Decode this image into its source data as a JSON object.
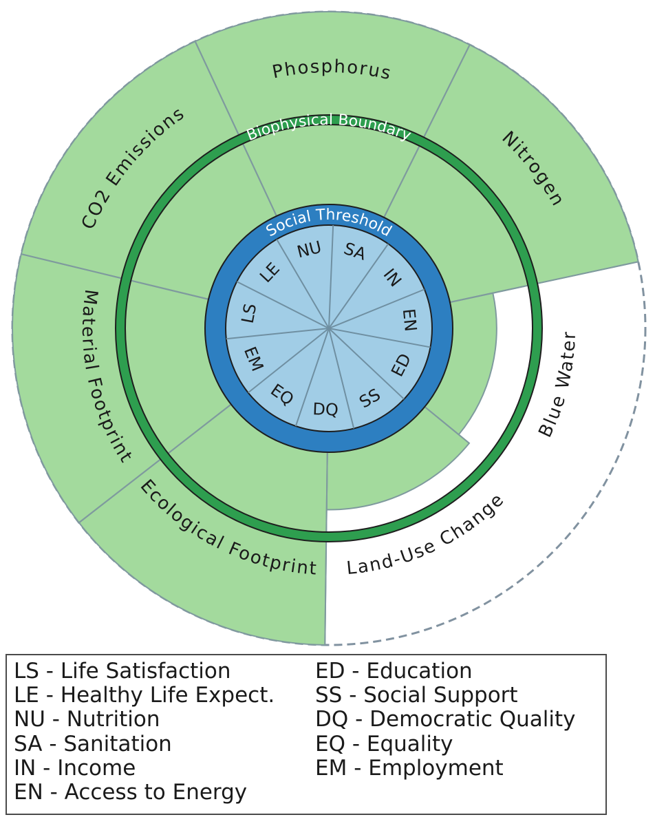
{
  "labels": {
    "biophysical_boundary": "Biophysical Boundary",
    "social_threshold": "Social Threshold"
  },
  "outer_sectors": [
    {
      "name": "Phosphorus",
      "level": 1.0,
      "exceeds": true
    },
    {
      "name": "Nitrogen",
      "level": 1.0,
      "exceeds": true
    },
    {
      "name": "Blue Water",
      "level": 0.55,
      "exceeds": false
    },
    {
      "name": "Land-Use Change",
      "level": 0.72,
      "exceeds": false
    },
    {
      "name": "Ecological Footprint",
      "level": 1.0,
      "exceeds": true
    },
    {
      "name": "Material Footprint",
      "level": 1.0,
      "exceeds": true
    },
    {
      "name": "CO2 Emissions",
      "level": 1.0,
      "exceeds": true
    }
  ],
  "inner_sectors": [
    "NU",
    "SA",
    "IN",
    "EN",
    "ED",
    "SS",
    "DQ",
    "EQ",
    "EM",
    "LS",
    "LE"
  ],
  "legend": {
    "left": [
      "LS - Life Satisfaction",
      "LE - Healthy Life Expect.",
      "NU - Nutrition",
      "SA - Sanitation",
      "IN - Income",
      "EN - Access to Energy"
    ],
    "right": [
      "ED - Education",
      "SS - Social Support",
      "DQ - Democratic Quality",
      "EQ - Equality",
      "EM - Employment"
    ]
  },
  "colors": {
    "sector_fill": "#a3da9d",
    "sector_stroke": "#7f9a9e",
    "boundary_ring": "#2e9e4f",
    "social_ring": "#2d7fc1",
    "inner_fill": "#a1cde6",
    "outline": "#1e1e1e",
    "dashed_circle": "#8192a0"
  }
}
